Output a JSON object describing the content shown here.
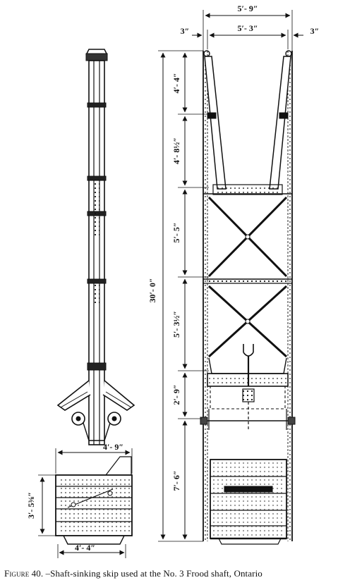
{
  "caption": {
    "label": "Figure 40.",
    "text": " –Shaft-sinking skip used at the No. 3 Frood shaft, Ontario"
  },
  "dimensions": {
    "top_overall": "5′- 9″",
    "top_inner": "5′- 3″",
    "top_left_margin": "3″",
    "top_right_margin": "3″",
    "overall_height": "30′- 0″",
    "seg1": "4′- 4″",
    "seg2": "4′- 8½″",
    "seg3": "5′- 5″",
    "seg4": "5′- 3½″",
    "seg5": "2′- 9″",
    "seg6": "7′- 6″",
    "side_bucket_width_top": "4′- 9″",
    "side_bucket_width_bottom": "4′- 4″",
    "side_bucket_height": "3′- 5⅜″"
  }
}
